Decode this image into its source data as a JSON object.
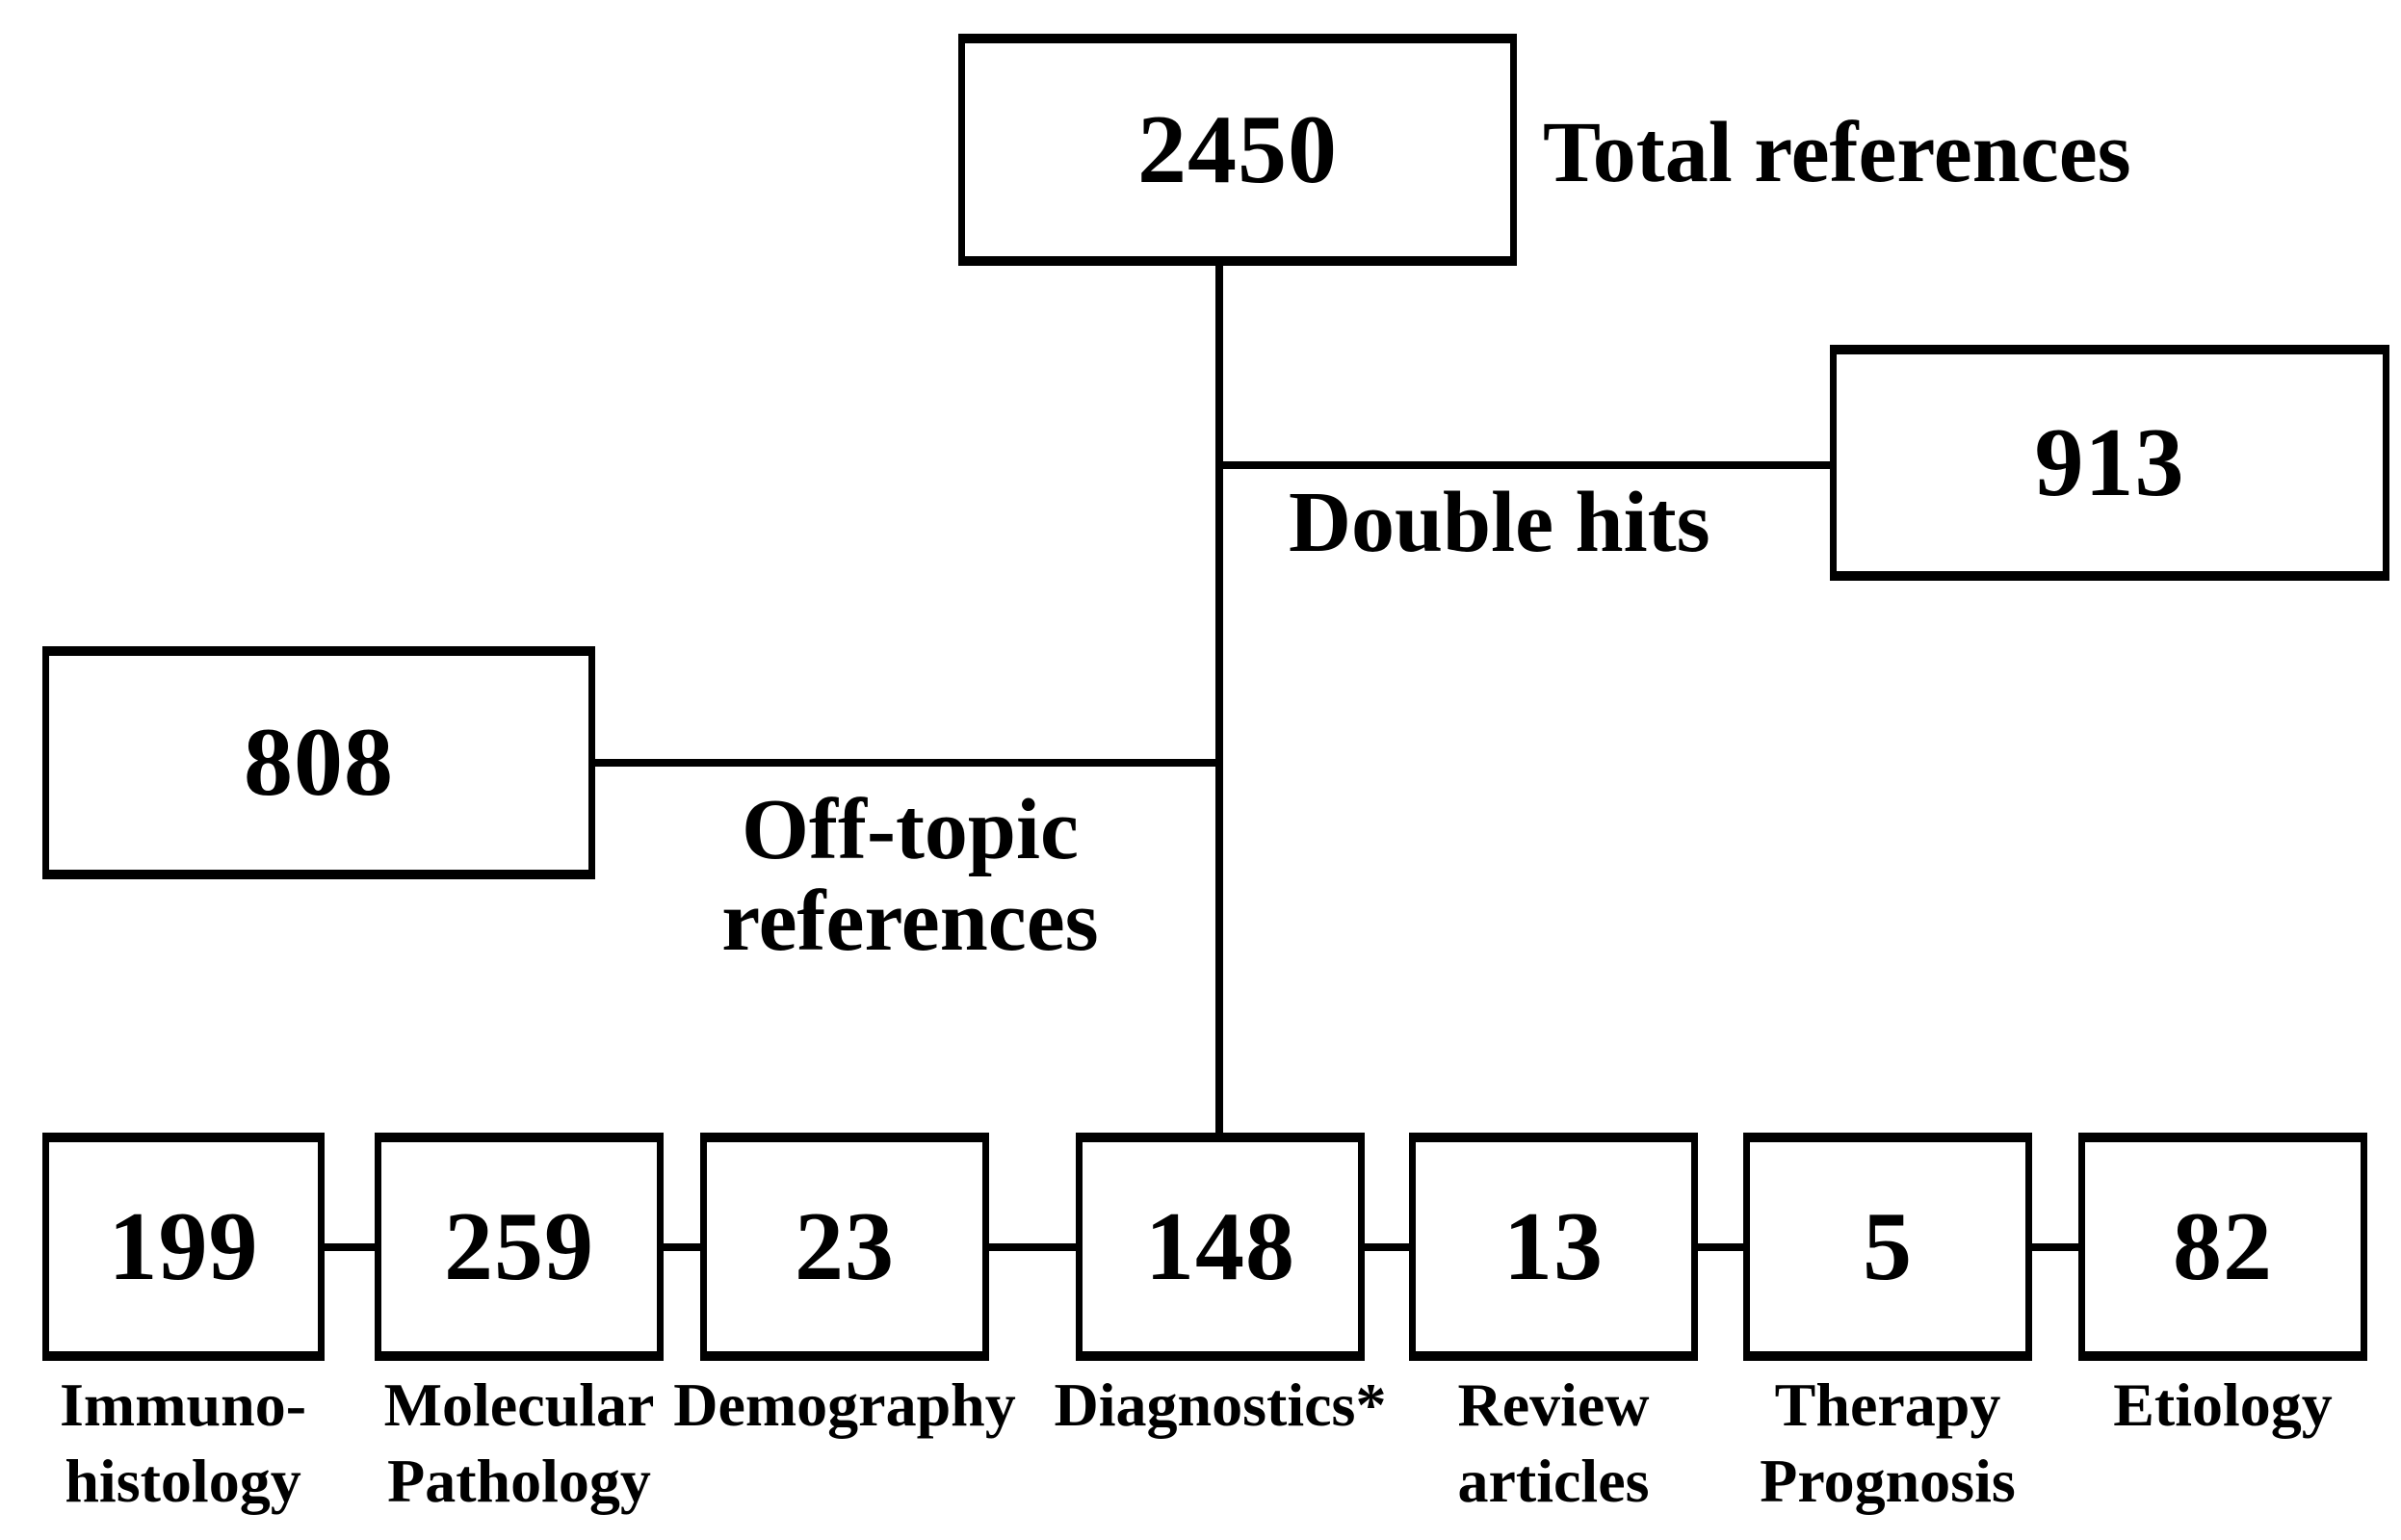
{
  "diagram_type": "flowchart",
  "colors": {
    "ink": "#000000",
    "background": "#ffffff"
  },
  "nodes": {
    "total": {
      "value": "2450",
      "label": "Total references"
    },
    "double_hits": {
      "value": "913",
      "label": "Double hits"
    },
    "off_topic": {
      "value": "808",
      "lines": [
        "Off-topic",
        "references"
      ]
    }
  },
  "categories": [
    {
      "value": "199",
      "lines": [
        "Immuno-",
        "histology"
      ]
    },
    {
      "value": "259",
      "lines": [
        "Molecular",
        "Pathology"
      ]
    },
    {
      "value": "23",
      "lines": [
        "Demography"
      ]
    },
    {
      "value": "148",
      "lines": [
        "Diagnostics*"
      ]
    },
    {
      "value": "13",
      "lines": [
        "Review",
        "articles"
      ]
    },
    {
      "value": "5",
      "lines": [
        "Therapy",
        "Prognosis"
      ]
    },
    {
      "value": "82",
      "lines": [
        "Etiology"
      ]
    }
  ]
}
